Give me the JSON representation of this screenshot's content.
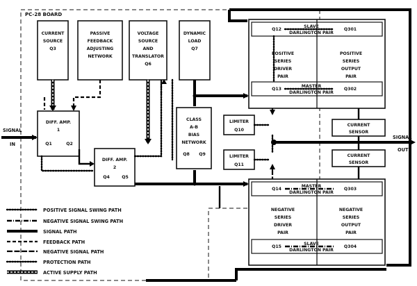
{
  "board_label": "PC-28 BOARD",
  "blocks": {
    "current_source": [
      "CURRENT",
      "SOURCE",
      "Q3"
    ],
    "passive_feedback": [
      "PASSIVE",
      "FEEDBACK",
      "ADJUSTING",
      "NETWORK"
    ],
    "voltage_source": [
      "VOLTAGE",
      "SOURCE",
      "AND",
      "TRANSLATOR",
      "Q6"
    ],
    "dynamic_load": [
      "DYNAMIC",
      "LOAD",
      "Q7"
    ],
    "diff_amp1": [
      "DIFF. AMP.",
      "1",
      "Q1",
      "Q2"
    ],
    "diff_amp2": [
      "DIFF. AMP.",
      "2",
      "Q4",
      "Q5"
    ],
    "class_ab": [
      "CLASS",
      "A-B",
      "BIAS",
      "NETWORK",
      "Q8",
      "Q9"
    ],
    "limiter1": [
      "LIMITER",
      "Q10"
    ],
    "limiter2": [
      "LIMITER",
      "Q11"
    ],
    "pos_driver": [
      "POSITIVE",
      "SERIES",
      "DRIVER",
      "PAIR"
    ],
    "pos_output": [
      "POSITIVE",
      "SERIES",
      "OUTPUT",
      "PAIR"
    ],
    "neg_driver": [
      "NEGATIVE",
      "SERIES",
      "DRIVER",
      "PAIR"
    ],
    "neg_output": [
      "NEGATIVE",
      "SERIES",
      "OUTPUT",
      "PAIR"
    ],
    "current_sensor1": [
      "CURRENT",
      "SENSOR"
    ],
    "current_sensor2": [
      "CURRENT",
      "SENSOR"
    ],
    "q12": "Q12",
    "q13": "Q13",
    "q14": "Q14",
    "q15": "Q15",
    "q301": "Q301",
    "q302": "Q302",
    "q303": "Q303",
    "q304": "Q304",
    "slave_top": [
      "SLAVE",
      "DARLINGTON PAIR"
    ],
    "master_top": [
      "MASTER",
      "DARLINGTON PAIR"
    ],
    "master_bot": [
      "MASTER",
      "DARLINGTON PAIR"
    ],
    "slave_bot": [
      "SLAVE",
      "DARLINGTON PAIR"
    ]
  },
  "signal_in": [
    "SIGNAL",
    "IN"
  ],
  "signal_out": [
    "SIGNAL",
    "OUT"
  ],
  "legend": [
    "POSITIVE SIGNAL SWING PATH",
    "NEGATIVE SIGNAL SWING PATH",
    "SIGNAL PATH",
    "FEEDBACK PATH",
    "NEGATIVE SIGNAL PATH",
    "PROTECTION PATH",
    "ACTIVE SUPPLY PATH"
  ]
}
